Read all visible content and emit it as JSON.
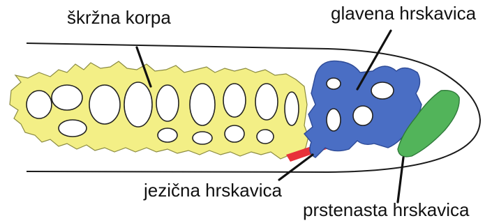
{
  "labels": {
    "branchial_basket": "škržna korpa",
    "cranial_cartilage": "glavena hrskavica",
    "lingual_cartilage": "jezična hrskavica",
    "annular_cartilage": "prstenasta hrskavica"
  },
  "colors": {
    "branchial_basket": "#f3ef86",
    "cranial_cartilage": "#4a6ec4",
    "lingual_cartilage": "#e8313a",
    "annular_cartilage": "#52b45a",
    "outline": "#1a1a1a",
    "text": "#111111"
  }
}
